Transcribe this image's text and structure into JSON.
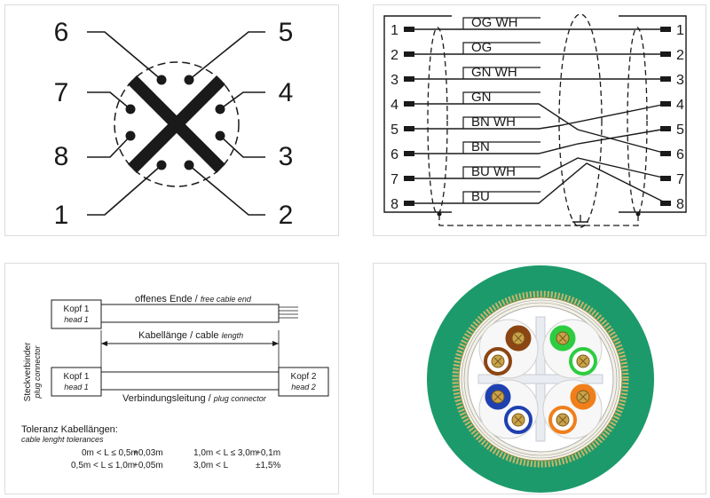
{
  "pinout": {
    "labels": [
      "6",
      "5",
      "7",
      "4",
      "8",
      "3",
      "1",
      "2"
    ]
  },
  "wiring": {
    "left_pins": [
      "1",
      "2",
      "3",
      "4",
      "5",
      "6",
      "7",
      "8"
    ],
    "right_pins": [
      "1",
      "2",
      "3",
      "4",
      "5",
      "6",
      "7",
      "8"
    ],
    "codes": [
      "OG WH",
      "OG",
      "GN WH",
      "GN",
      "BN WH",
      "BN",
      "BU WH",
      "BU"
    ]
  },
  "cable": {
    "head1_a": "Kopf 1",
    "head1_a_en": "head 1",
    "open_end": "offenes Ende / ",
    "open_end_en": "free cable end",
    "side_de": "Steckverbinder",
    "side_en": "plug connector",
    "length_de": "Kabellänge / cable ",
    "length_en": "length",
    "head1_b": "Kopf 1",
    "head1_b_en": "head 1",
    "head2": "Kopf 2",
    "head2_en": "head 2",
    "connection_de": "Verbindungsleitung / ",
    "connection_en": "plug connector",
    "tol_title": "Toleranz Kabellängen:",
    "tol_sub": "cable lenght tolerances",
    "tolerances": [
      {
        "range": "0m < L ≤ 0,5m",
        "tol": "+0,03m"
      },
      {
        "range": "0,5m < L ≤ 1,0m",
        "tol": "+0,05m"
      },
      {
        "range": "1,0m < L ≤ 3,0m",
        "tol": "+0,1m"
      },
      {
        "range": "3,0m < L",
        "tol": "±1,5%"
      }
    ]
  },
  "cross_section": {
    "jacket_color": "#1d9a6b",
    "pair_colors": [
      "#8b4513",
      "#2ecc40",
      "#1e40b0",
      "#f07f1a"
    ]
  }
}
